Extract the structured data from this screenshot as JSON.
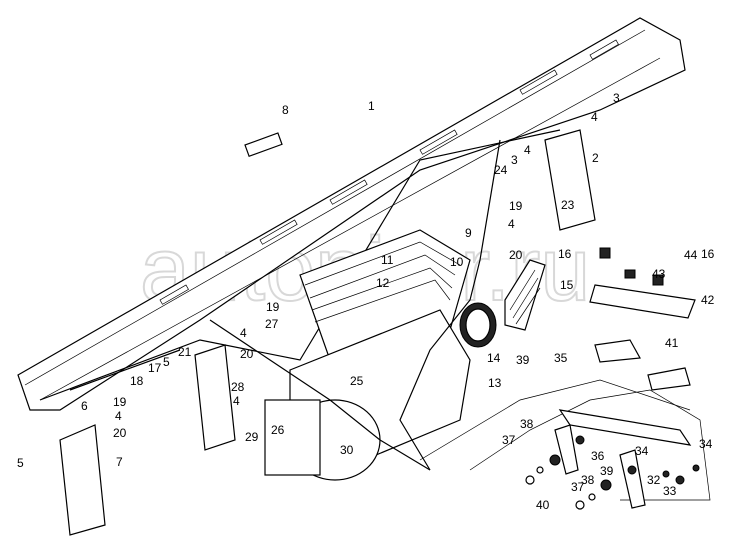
{
  "diagram": {
    "watermark": "autopiter.ru",
    "part_labels": [
      "1",
      "8",
      "2",
      "3",
      "4",
      "4",
      "3",
      "24",
      "23",
      "19",
      "4",
      "20",
      "9",
      "11",
      "10",
      "12",
      "16",
      "15",
      "44",
      "16",
      "43",
      "42",
      "41",
      "19",
      "27",
      "4",
      "20",
      "21",
      "5",
      "17",
      "18",
      "6",
      "19",
      "4",
      "20",
      "5",
      "7",
      "28",
      "4",
      "29",
      "26",
      "25",
      "13",
      "14",
      "30",
      "39",
      "35",
      "38",
      "37",
      "36",
      "34",
      "34",
      "39",
      "38",
      "37",
      "32",
      "33",
      "40"
    ]
  }
}
